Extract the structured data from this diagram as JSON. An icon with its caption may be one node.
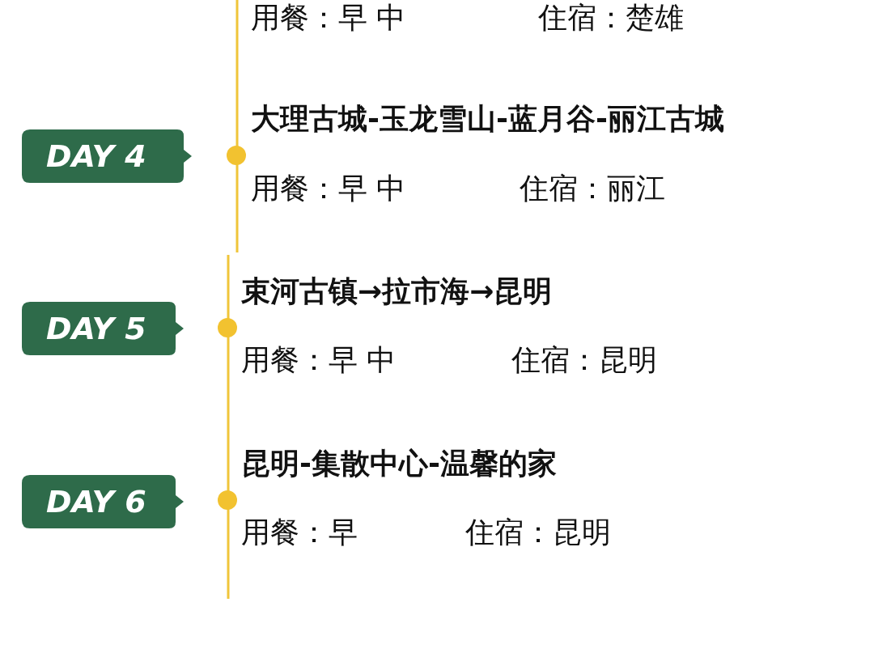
{
  "diagram": {
    "nodes": [
      {
        "text": [
          "DAY 4"
        ]
      },
      {
        "text": [
          "DAY 5"
        ]
      },
      {
        "text": [
          "DAY 6"
        ]
      }
    ],
    "labels": [
      "用餐：早 中",
      "住宿：楚雄",
      "大理古城-玉龙雪山-蓝月谷-丽江古城",
      "用餐：早 中",
      "住宿：丽江",
      "束河古镇→拉市海→昆明",
      "用餐：早 中",
      "住宿：昆明",
      "昆明-集散中心-温馨的家",
      "用餐：早",
      "住宿：昆明"
    ]
  }
}
